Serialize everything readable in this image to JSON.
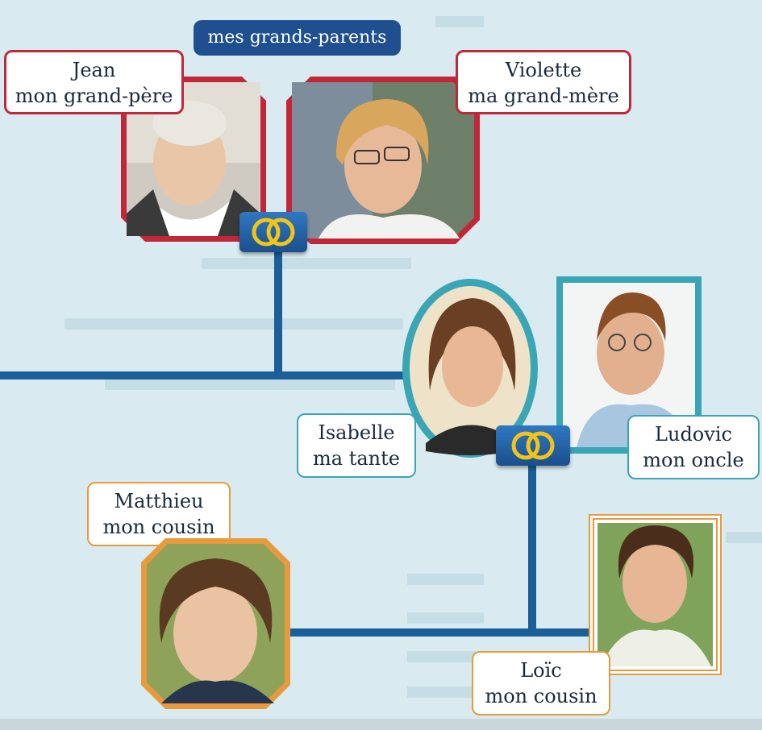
{
  "header": {
    "title": "mes grands-parents"
  },
  "people": {
    "jean": {
      "name": "Jean",
      "relation": "mon grand-père"
    },
    "violette": {
      "name": "Violette",
      "relation": "ma grand-mère"
    },
    "isabelle": {
      "name": "Isabelle",
      "relation": "ma tante"
    },
    "ludovic": {
      "name": "Ludovic",
      "relation": "mon oncle"
    },
    "matthieu": {
      "name": "Matthieu",
      "relation": "mon cousin"
    },
    "loic": {
      "name": "Loïc",
      "relation": "mon cousin"
    }
  },
  "colors": {
    "background": "#d9ebf1",
    "line": "#1b5f99",
    "grandparents_frame": "#c0283a",
    "parents_frame": "#3aa5b5",
    "cousins_frame": "#e89a3c",
    "ring": "#f2c417",
    "title_pill": "#1f4f8e"
  }
}
